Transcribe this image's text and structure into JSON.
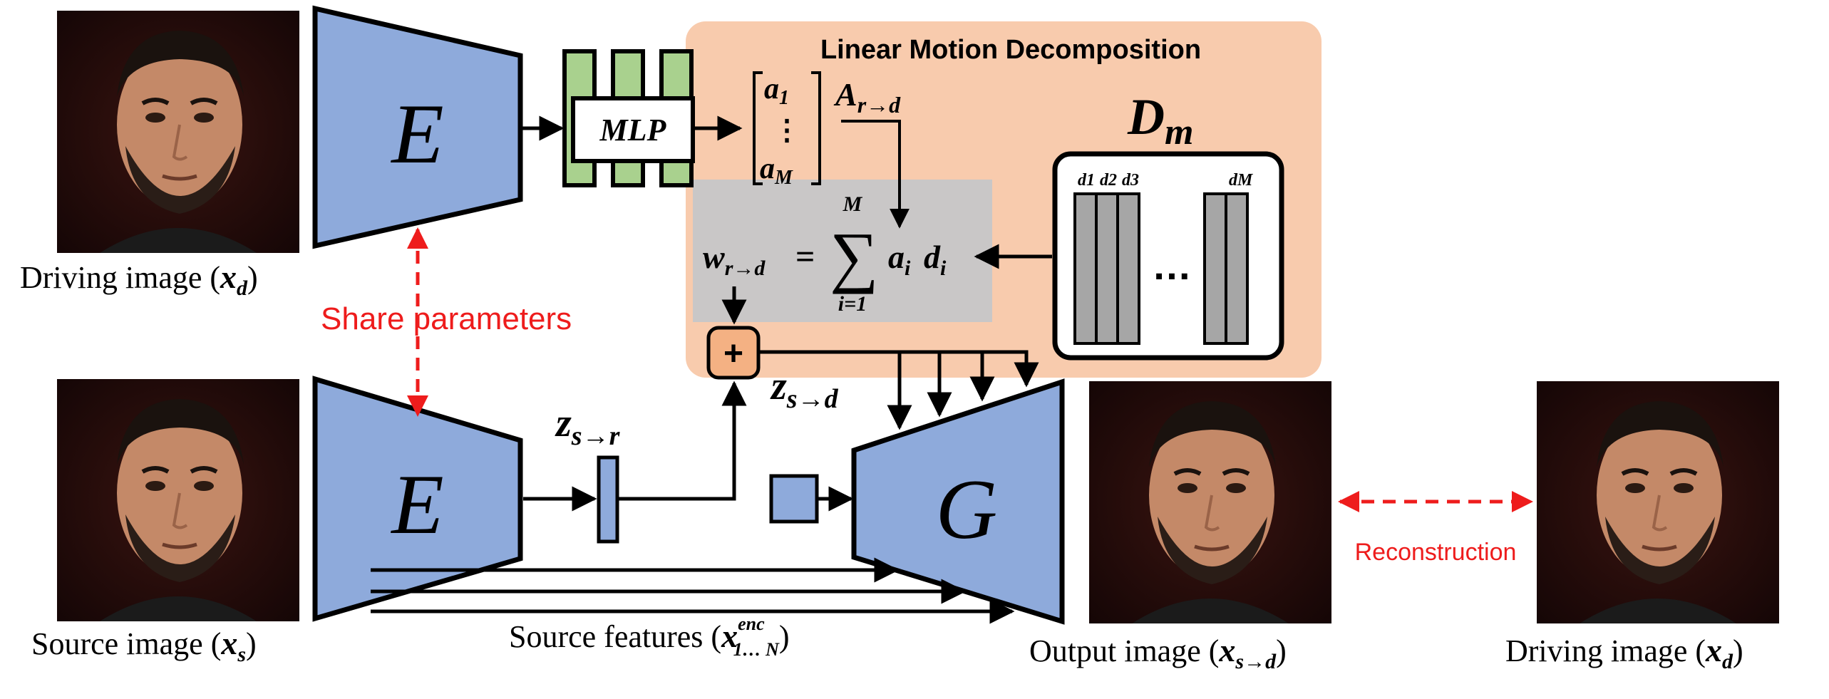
{
  "region_title": "Linear Motion Decomposition",
  "mlp_label": "MLP",
  "encoder_letter": "E",
  "generator_letter": "G",
  "dictionary_label": {
    "base": "D",
    "sub": "m"
  },
  "coef_vector": {
    "top_base": "a",
    "top_sub": "1",
    "dots": "⋮",
    "bottom_base": "a",
    "bottom_sub": "M"
  },
  "A_label": {
    "base": "A",
    "sub": "r→d"
  },
  "dict_columns": [
    "d1",
    "d2",
    "d3",
    "dM"
  ],
  "dict_ellipsis": "…",
  "formula": {
    "lhs_base": "w",
    "lhs_sub": "r→d",
    "eq": "=",
    "sum": "∑",
    "sum_top": "M",
    "sum_bottom": "i=1",
    "term": "a",
    "term_sub": "i",
    "term2": "d",
    "term2_sub": "i"
  },
  "plus_symbol": "+",
  "z_sd": {
    "base": "z",
    "sub": "s→d"
  },
  "z_sr": {
    "base": "z",
    "sub": "s→r"
  },
  "captions": {
    "driving_top": {
      "text": "Driving image (",
      "var": "x",
      "sub": "d",
      "close": ")"
    },
    "source": {
      "text": "Source image (",
      "var": "x",
      "sub": "s",
      "close": ")"
    },
    "features": {
      "text": "Source features (",
      "var": "x",
      "sup": "enc",
      "sub": "1… N",
      "close": ")"
    },
    "output": {
      "text": "Output image (",
      "var": "x",
      "sub": "s→d",
      "close": ")"
    },
    "driving_right": {
      "text": "Driving image (",
      "var": "x",
      "sub": "d",
      "close": ")"
    }
  },
  "share_label": "Share parameters",
  "recon_label": "Reconstruction",
  "colors": {
    "encoder_fill": "#8eaadb",
    "mlp_fill": "#a9d18e",
    "region_fill": "#f8cbad",
    "gray_box": "#c9c7c7",
    "plus_fill": "#f4b183",
    "red": "#ee1c1c",
    "dict_col": "#a6a6a6"
  },
  "icons": [
    "face-photo"
  ]
}
